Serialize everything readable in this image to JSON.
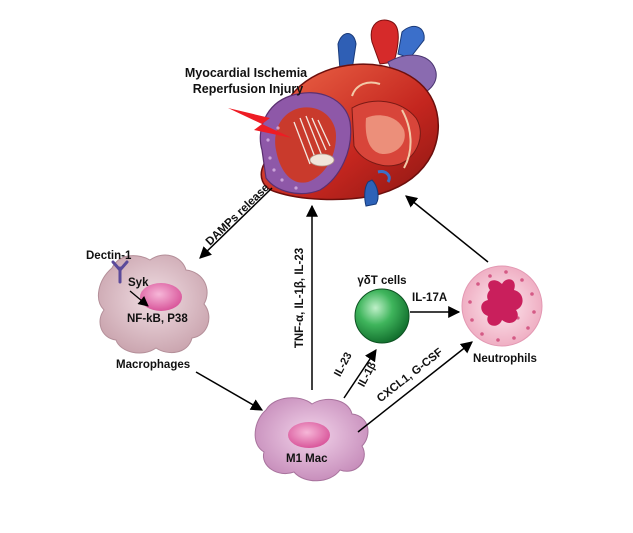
{
  "title": {
    "line1": "Myocardial Ischemia",
    "line2": "Reperfusion Injury"
  },
  "labels": {
    "damps": "DAMPs release",
    "dectin": "Dectin-1",
    "syk": "Syk",
    "nfkb": "NF-kB, P38",
    "macrophages": "Macrophages",
    "m1mac": "M1 Mac",
    "cytokines_up": "TNF-α, IL-1β, IL-23",
    "gdt": "γδT cells",
    "il17a": "IL-17A",
    "neutrophils": "Neutrophils",
    "il23": "IL-23",
    "il1b": "IL-1β",
    "cxcl": "CXCL1, G-CSF"
  },
  "colors": {
    "macrophage": "#dcc0c8",
    "m1": "#d9a7cf",
    "nucleus": "#e88fbe",
    "gdt": "#2e9a4a",
    "neutrophil": "#f4c6d6",
    "neutrophil_nucleus": "#c91f5c",
    "lightning": "#ee1c24"
  }
}
